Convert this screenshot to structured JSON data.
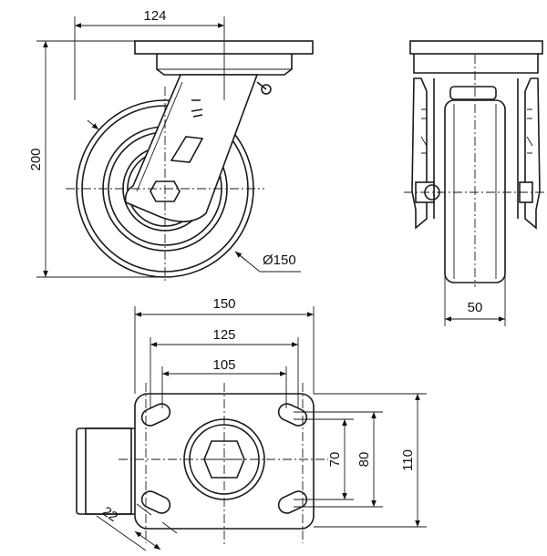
{
  "dimensions": {
    "top_width": "124",
    "height": "200",
    "wheel_diameter": "Ø150",
    "wheel_width": "50",
    "plate_width": "150",
    "hole_spacing_outer": "125",
    "hole_spacing_inner": "105",
    "hole_spacing_vertical_small": "70",
    "hole_spacing_vertical": "80",
    "plate_height": "110",
    "slot_length": "22"
  },
  "colors": {
    "line": "#1a1a1a",
    "background": "#ffffff"
  }
}
